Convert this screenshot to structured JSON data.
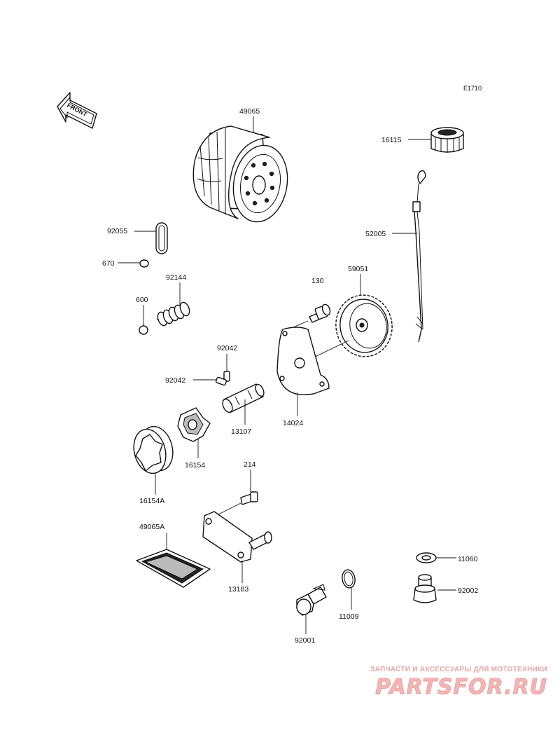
{
  "diagram": {
    "code": "E1710",
    "front_label": "FRONT",
    "parts": [
      {
        "number": "49065",
        "name": "oil-filter"
      },
      {
        "number": "16115",
        "name": "oil-filler-cap"
      },
      {
        "number": "52005",
        "name": "dipstick"
      },
      {
        "number": "92055",
        "name": "o-ring"
      },
      {
        "number": "670",
        "name": "o-ring-small"
      },
      {
        "number": "92144",
        "name": "relief-spring"
      },
      {
        "number": "600",
        "name": "steel-ball"
      },
      {
        "number": "130",
        "name": "flange-bolt"
      },
      {
        "number": "59051",
        "name": "oil-pump-gear"
      },
      {
        "number": "92042",
        "name": "pin-upper"
      },
      {
        "number": "92042",
        "name": "pin-lower"
      },
      {
        "number": "13107",
        "name": "pump-shaft"
      },
      {
        "number": "14024",
        "name": "pump-cover"
      },
      {
        "number": "16154",
        "name": "inner-rotor"
      },
      {
        "number": "16154A",
        "name": "outer-rotor"
      },
      {
        "number": "214",
        "name": "bolt"
      },
      {
        "number": "49065A",
        "name": "oil-screen"
      },
      {
        "number": "13183",
        "name": "bracket-plate"
      },
      {
        "number": "11060",
        "name": "washer"
      },
      {
        "number": "92002",
        "name": "plug-bolt"
      },
      {
        "number": "11009",
        "name": "gasket"
      },
      {
        "number": "92001",
        "name": "drain-bolt"
      }
    ]
  },
  "watermark": {
    "subtitle": "ЗАПЧАСТИ И АКСЕССУАРЫ ДЛЯ МОТОТЕХНИКИ",
    "logo": "PARTSFOR.RU",
    "color": "#f2b6b6"
  }
}
